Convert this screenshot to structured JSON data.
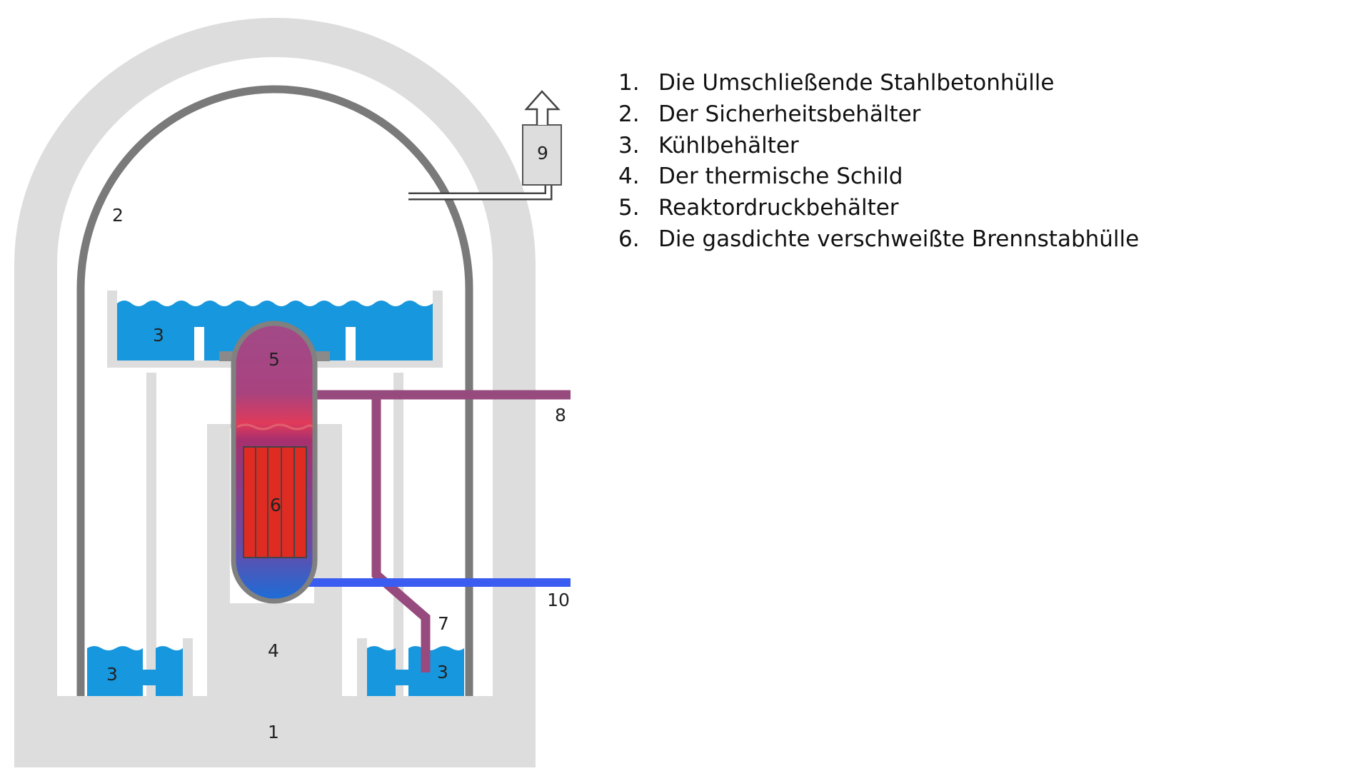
{
  "colors": {
    "concrete": "#dddddd",
    "containment_steel": "#7a7a7a",
    "water": "#1797dd",
    "steam_pipe": "#974a7e",
    "feedwater_pipe": "#3a5cf0",
    "fuel": "#e02b22",
    "pressure_vessel_top": "#a24a88",
    "pressure_vessel_bottom": "#1a6ed8"
  },
  "diagram": {
    "labels": {
      "n1": "1",
      "n2": "2",
      "n3": "3",
      "n4": "4",
      "n5": "5",
      "n6": "6",
      "n7": "7",
      "n8": "8",
      "n9": "9",
      "n10": "10"
    }
  },
  "legend": {
    "items": [
      {
        "number": "1.",
        "text": "Die Umschließende Stahlbetonhülle"
      },
      {
        "number": "2.",
        "text": "Der Sicherheitsbehälter"
      },
      {
        "number": "3.",
        "text": "Kühlbehälter"
      },
      {
        "number": "4.",
        "text": "Der thermische Schild"
      },
      {
        "number": "5.",
        "text": "Reaktordruckbehälter"
      },
      {
        "number": "6.",
        "text": "Die gasdichte verschweißte Brennstabhülle"
      }
    ]
  }
}
